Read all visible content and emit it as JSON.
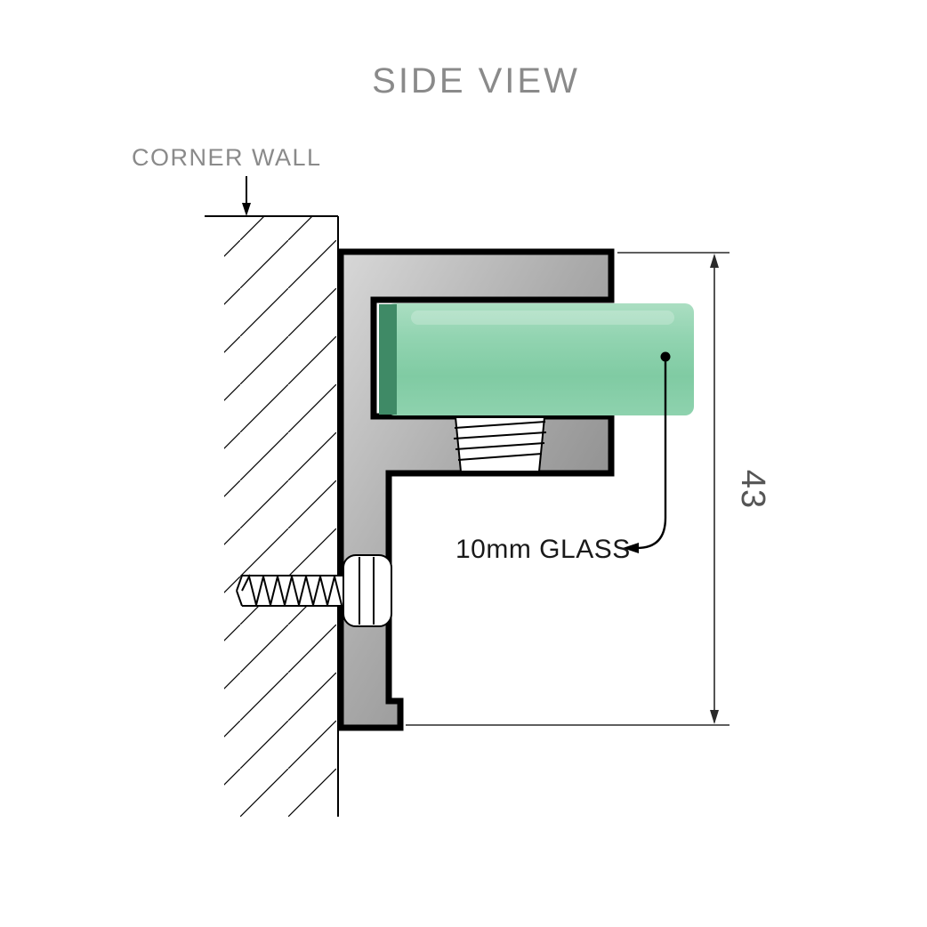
{
  "page": {
    "title": "SIDE VIEW"
  },
  "labels": {
    "corner_wall": "CORNER WALL",
    "glass": "10mm GLASS",
    "dimension_height": "43"
  },
  "colors": {
    "glass_green": "#8FD2AE",
    "glass_edge_dark": "#3F8A66",
    "metal_gray_light": "#D6D6D6",
    "metal_gray_dark": "#7A7A7A",
    "outline_black": "#000000",
    "label_gray": "#8A8A8A",
    "dimension_text_gray": "#555555"
  }
}
